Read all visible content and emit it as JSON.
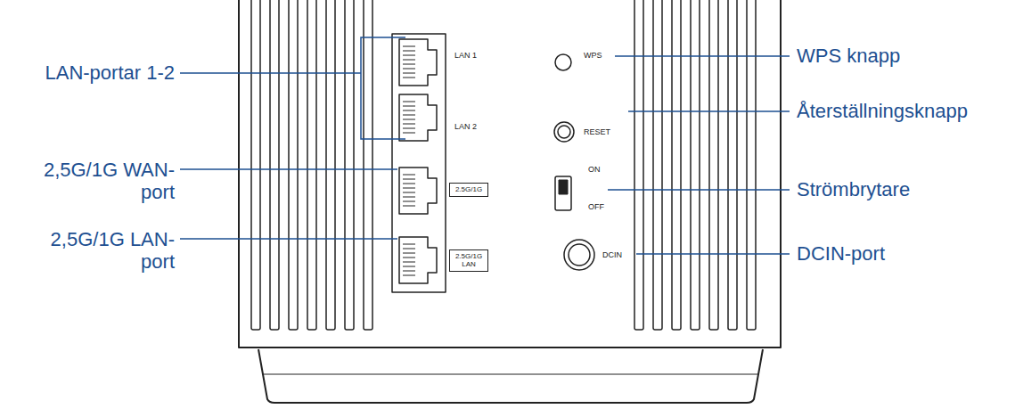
{
  "diagram": {
    "nodes": [
      {
        "text": [
          "2.5G/1G"
        ]
      },
      {
        "text": [
          "2.5G/1G LAN"
        ]
      }
    ],
    "labels": [
      "LAN 1",
      "WPS",
      "RESET",
      "LAN 2",
      "ON",
      "OFF",
      "DCIN",
      "LAN-portar 1-2",
      "WPS knapp",
      "Återställningsknapp",
      "2,5G/1G WAN-port",
      "Strömbrytare",
      "2,5G/1G LAN-port",
      "DCIN-port"
    ]
  }
}
